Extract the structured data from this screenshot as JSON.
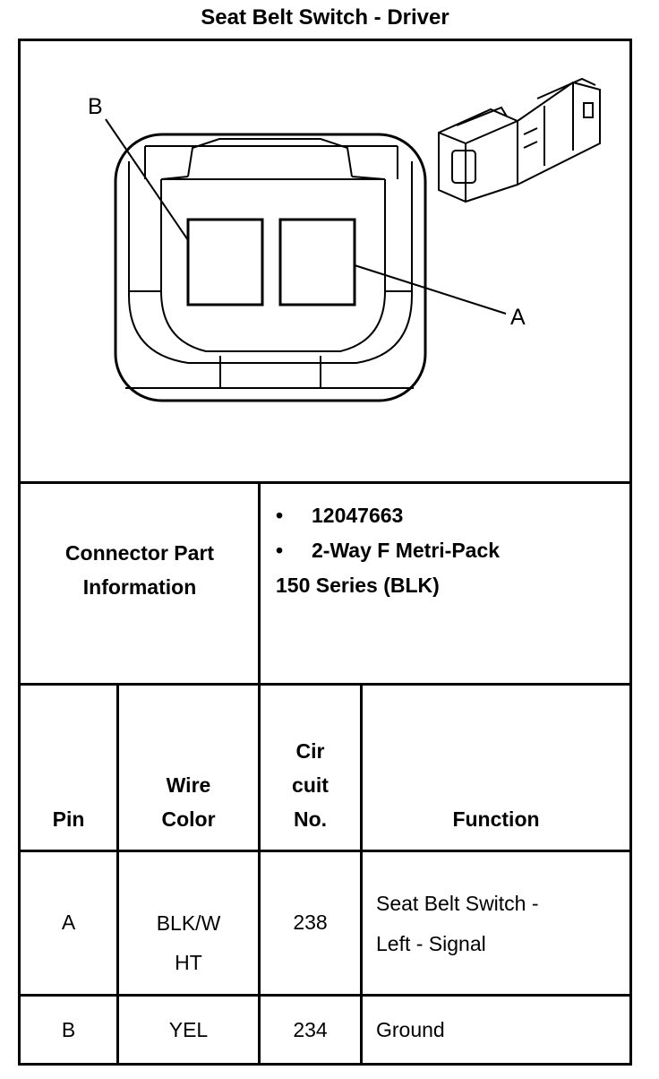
{
  "title": "Seat Belt Switch - Driver",
  "diagram": {
    "label_a": "A",
    "label_b": "B"
  },
  "connector": {
    "label_line1": "Connector Part",
    "label_line2": "Information",
    "bullet": "•",
    "part_number": "12047663",
    "description": "2-Way F Metri-Pack",
    "series": "150 Series (BLK)"
  },
  "table": {
    "headers": {
      "pin": "Pin",
      "wire_color_1": "Wire",
      "wire_color_2": "Color",
      "circuit_1": "Cir",
      "circuit_2": "cuit",
      "circuit_3": "No.",
      "function": "Function"
    },
    "rows": [
      {
        "pin": "A",
        "wire_1": "BLK/W",
        "wire_2": "HT",
        "circuit": "238",
        "function_1": "Seat Belt Switch -",
        "function_2": "Left - Signal"
      },
      {
        "pin": "B",
        "wire_1": "YEL",
        "wire_2": "",
        "circuit": "234",
        "function_1": "Ground",
        "function_2": ""
      }
    ]
  }
}
